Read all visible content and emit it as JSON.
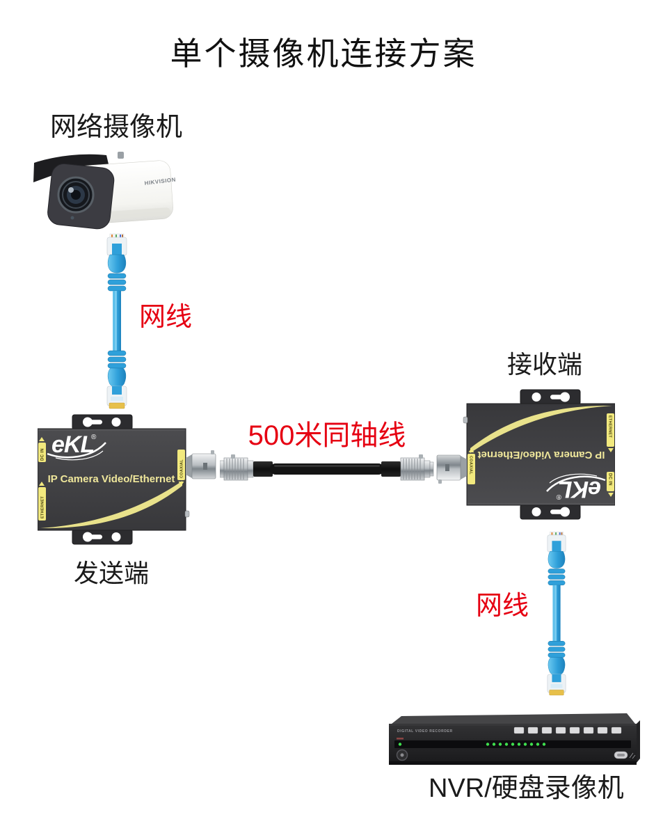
{
  "title": "单个摄像机连接方案",
  "colors": {
    "red": "#e60012",
    "cable_blue": "#2fa0da",
    "device_black": "#3f3f42",
    "badge_yellow": "#f2e97e"
  },
  "camera": {
    "label": "网络摄像机",
    "brand": "HIKVISION"
  },
  "cable_top": {
    "label": "网线"
  },
  "transmitter": {
    "caption": "发送端",
    "logo": "eKL",
    "logo_reg": "®",
    "panel": "IP Camera Video/Ethernet",
    "port_dc": "DC IN",
    "port_eth": "ETHERNET",
    "port_coax": "COAXIAL"
  },
  "coax": {
    "label": "500米同轴线"
  },
  "receiver": {
    "caption": "接收端",
    "logo": "eKL",
    "logo_reg": "®",
    "panel": "IP Camera Video/Ethernet",
    "port_dc": "DC IN",
    "port_eth": "ETHERNET",
    "port_coax": "COAXIAL"
  },
  "cable_bottom": {
    "label": "网线"
  },
  "nvr": {
    "caption": "NVR/硬盘录像机",
    "panel": "DIGITAL VIDEO RECORDER"
  }
}
